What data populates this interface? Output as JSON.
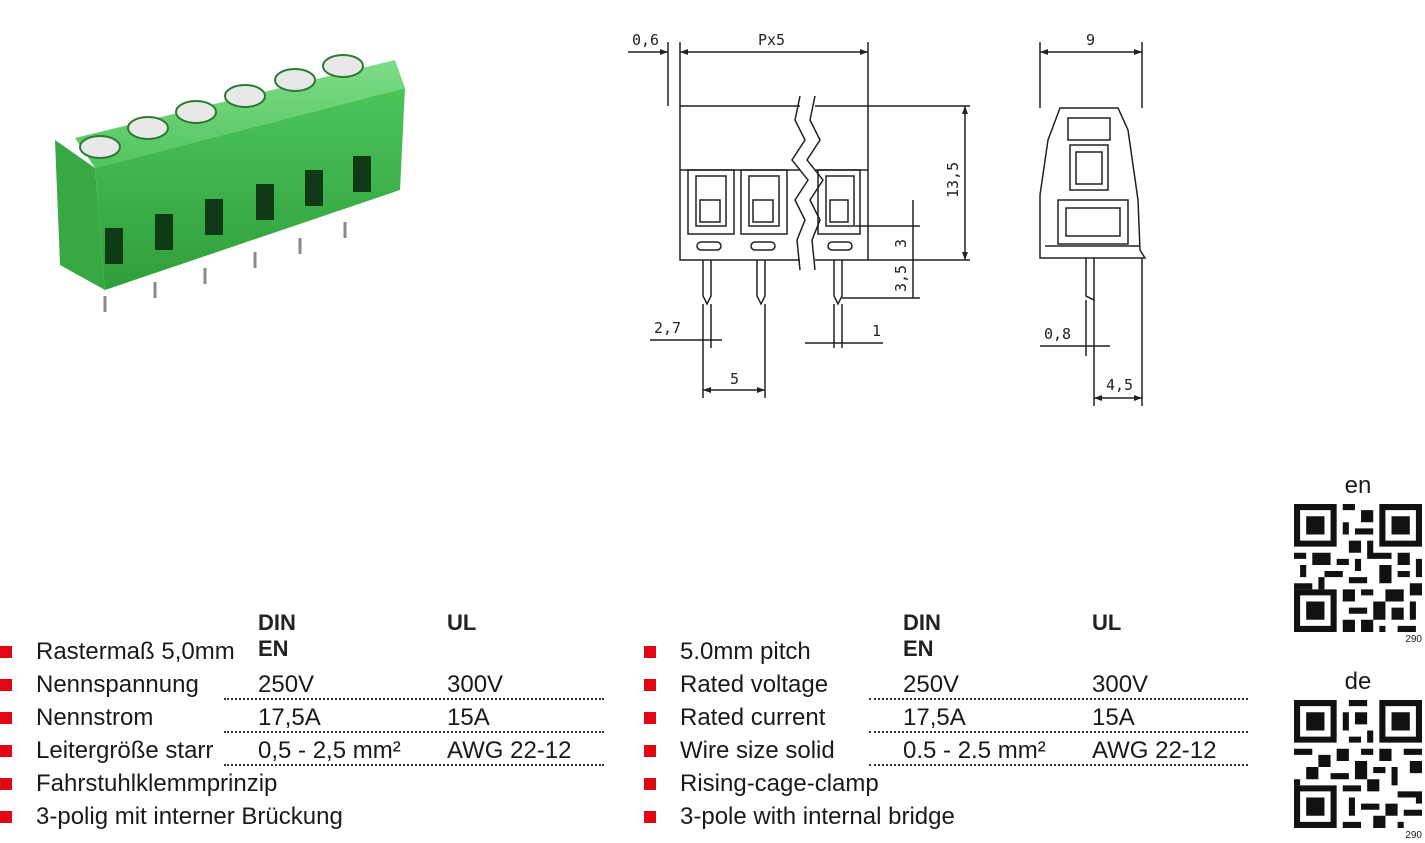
{
  "drawing": {
    "dim_0_6": "0,6",
    "dim_px5": "Px5",
    "dim_9": "9",
    "dim_13_5": "13,5",
    "dim_3": "3",
    "dim_3_5": "3,5",
    "dim_2_7": "2,7",
    "dim_1": "1",
    "dim_5": "5",
    "dim_0_8": "0,8",
    "dim_4_5": "4,5"
  },
  "spec_de": {
    "col1": "DIN EN",
    "col2": "UL",
    "rows": [
      {
        "label": "Rastermaß 5,0mm"
      },
      {
        "label": "Nennspannung",
        "v1": "250V",
        "v2": "300V"
      },
      {
        "label": "Nennstrom",
        "v1": "17,5A",
        "v2": "15A"
      },
      {
        "label": "Leitergröße starr",
        "v1": "0,5 - 2,5 mm²",
        "v2": "AWG 22-12"
      },
      {
        "label": "Fahrstuhlklemmprinzip"
      },
      {
        "label": "3-polig mit interner Brückung"
      }
    ]
  },
  "spec_en": {
    "col1": "DIN EN",
    "col2": "UL",
    "rows": [
      {
        "label": "5.0mm pitch"
      },
      {
        "label": "Rated voltage",
        "v1": "250V",
        "v2": "300V"
      },
      {
        "label": "Rated current",
        "v1": "17,5A",
        "v2": "15A"
      },
      {
        "label": "Wire size solid",
        "v1": "0.5 - 2.5 mm²",
        "v2": "AWG 22-12"
      },
      {
        "label": "Rising-cage-clamp"
      },
      {
        "label": "3-pole with internal bridge"
      }
    ]
  },
  "qr": {
    "en_label": "en",
    "en_code": "290",
    "de_label": "de",
    "de_code": "290"
  },
  "colors": {
    "accent": "#e30613",
    "terminal_green": "#3cb94a"
  }
}
